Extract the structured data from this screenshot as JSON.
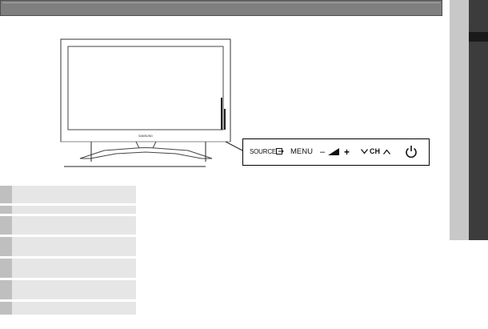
{
  "controls": {
    "source_label": "SOURCE",
    "menu_label": "MENU",
    "volume_minus": "–",
    "volume_plus": "+",
    "channel_label": "CH"
  },
  "tv": {
    "brand_text": "SAMSUNG"
  },
  "icons": {
    "source": "source-input-icon",
    "volume": "volume-ramp-icon",
    "channel_down": "chevron-down-icon",
    "channel_up": "chevron-up-icon",
    "power": "power-icon"
  },
  "legend": {
    "rows": [
      {
        "height": "tall"
      },
      {
        "height": "short"
      },
      {
        "height": "tall"
      },
      {
        "height": "tall"
      },
      {
        "height": "tall"
      },
      {
        "height": "tall"
      },
      {
        "height": "short"
      }
    ]
  },
  "colors": {
    "header_bar": "#7f7f7f",
    "side_tab_light": "#c8c8c8",
    "side_tab_dark": "#3c3c3c",
    "legend_row": "#e6e6e6",
    "legend_num_cell": "#bfbfbf"
  }
}
